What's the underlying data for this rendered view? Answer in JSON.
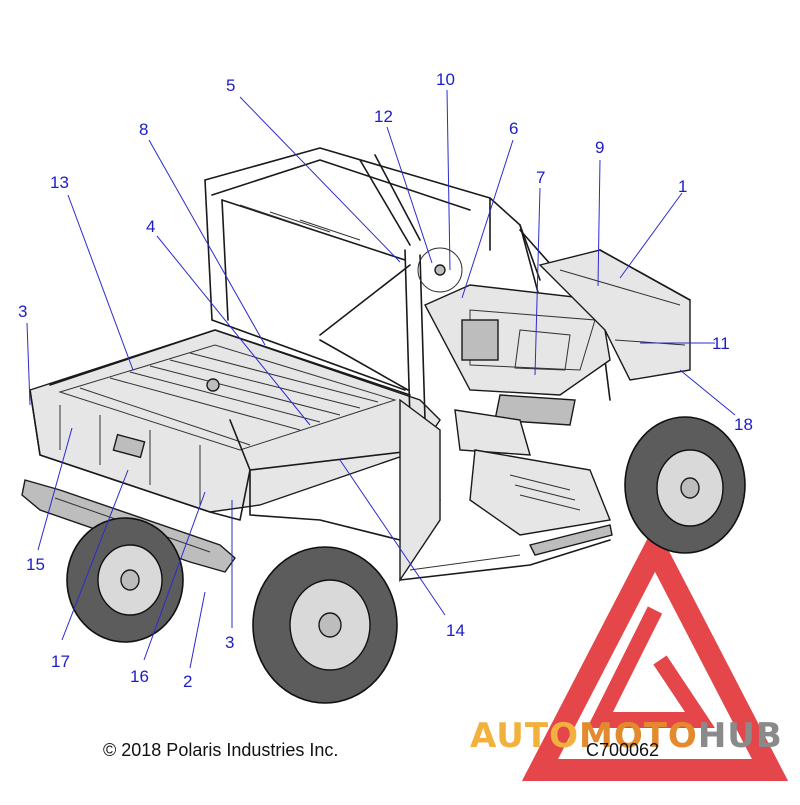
{
  "figure": {
    "copyright": "© 2018 Polaris Industries Inc.",
    "part_code": "C700062"
  },
  "callouts": [
    "1",
    "2",
    "3",
    "4",
    "5",
    "6",
    "7",
    "8",
    "9",
    "10",
    "11",
    "12",
    "13",
    "14",
    "15",
    "16",
    "17",
    "18",
    "3"
  ],
  "watermark": {
    "word_part1": "AUTO",
    "word_part2": "MOTO",
    "word_part3": "HUB",
    "colors": {
      "triangle": "#e0262b",
      "auto": "#f2b13c",
      "moto": "#e38a2e",
      "hub": "#8a8a8a"
    }
  },
  "colors": {
    "callout_text": "#1d1dc8",
    "leader_line": "#2b2bd0"
  }
}
